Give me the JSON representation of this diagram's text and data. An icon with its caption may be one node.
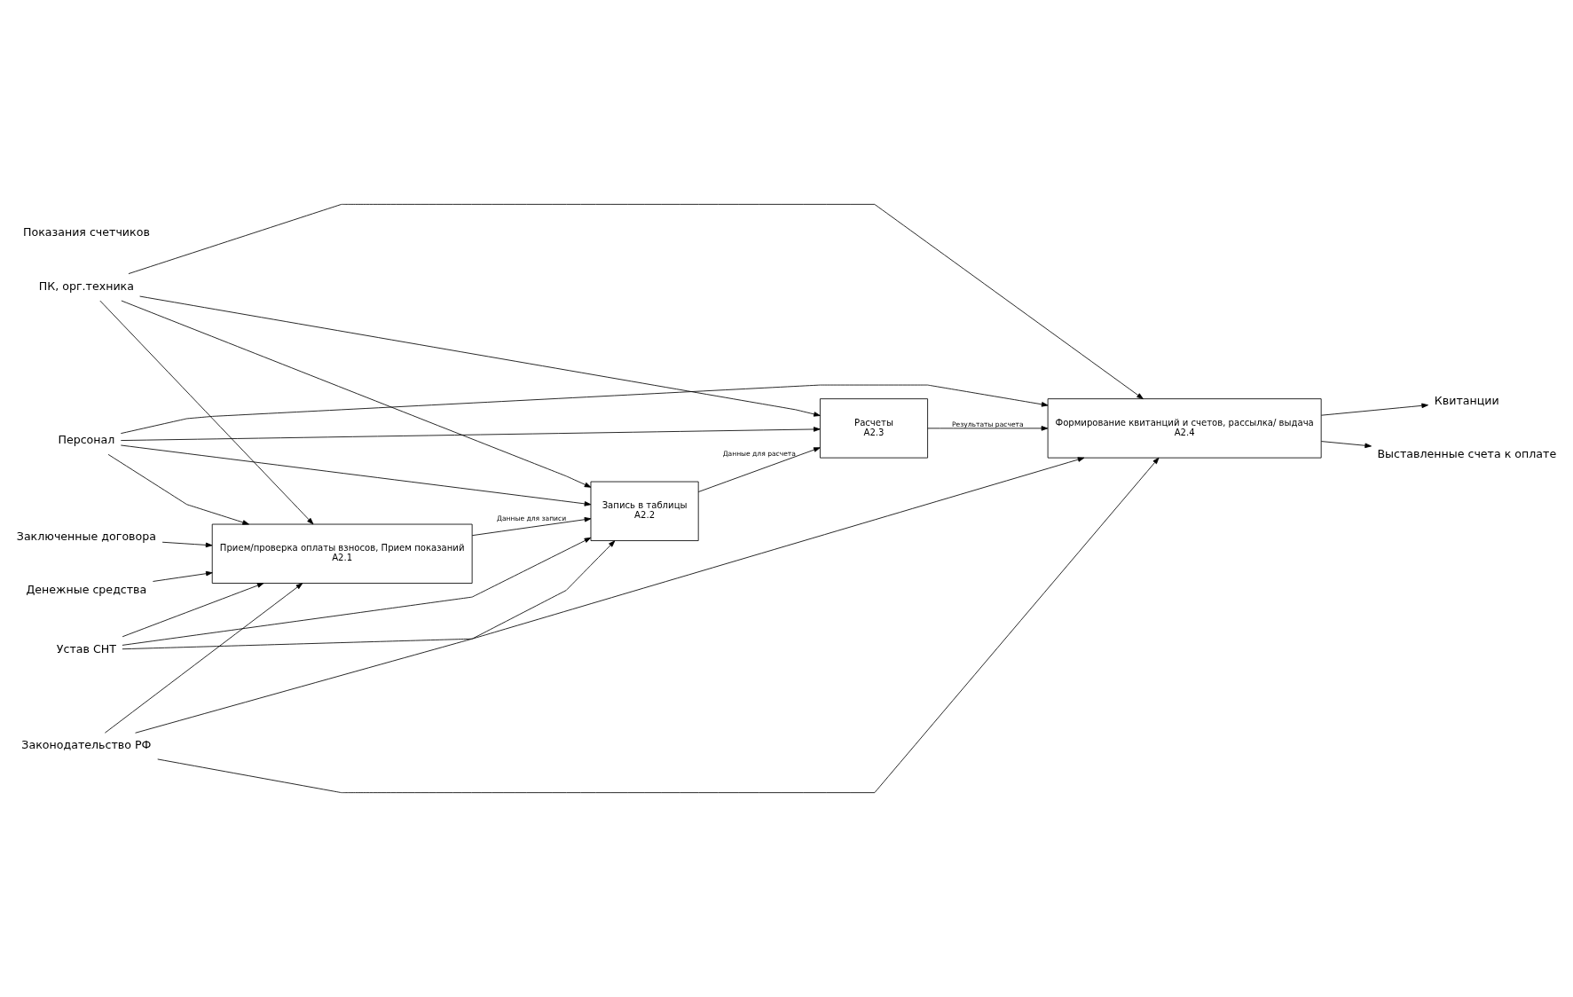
{
  "diagram": {
    "nodes": [
      {
        "text": [
          "Прием/проверка оплаты взносов, Прием показаний",
          "A2.1"
        ]
      },
      {
        "text": [
          "Запись в таблицы",
          "A2.2"
        ]
      },
      {
        "text": [
          "Расчеты",
          "A2.3"
        ]
      },
      {
        "text": [
          "Формирование квитанций и счетов, рассылка/ выдача",
          "A2.4"
        ]
      },
      {
        "text": [
          "Законодательство РФ"
        ]
      },
      {
        "text": [
          "Устав СНТ"
        ]
      },
      {
        "text": [
          "Денежные средства"
        ]
      },
      {
        "text": [
          "Заключенные договора"
        ]
      },
      {
        "text": [
          "Квитанции"
        ]
      },
      {
        "text": [
          "Выставленные счета к оплате"
        ]
      },
      {
        "text": [
          "Персонал"
        ]
      },
      {
        "text": [
          "ПК, орг.техника"
        ]
      }
    ],
    "edges": [
      {
        "from": 4,
        "to": 0,
        "arrow": "to"
      },
      {
        "from": 4,
        "to": 1,
        "arrow": "to"
      },
      {
        "from": 4,
        "to": 3,
        "arrow": "to"
      },
      {
        "from": 5,
        "to": 0,
        "arrow": "to"
      },
      {
        "from": 5,
        "to": 1,
        "arrow": "to"
      },
      {
        "from": 5,
        "to": 3,
        "arrow": "to"
      },
      {
        "from": 6,
        "to": 0,
        "arrow": "to"
      },
      {
        "from": 7,
        "to": 0,
        "arrow": "to"
      },
      {
        "from": 0,
        "to": 1,
        "arrow": "to",
        "label": "Данные для записи"
      },
      {
        "from": 1,
        "to": 2,
        "arrow": "to",
        "label": "Данные для расчета"
      },
      {
        "from": 2,
        "to": 3,
        "arrow": "to",
        "label": "Результаты расчета"
      },
      {
        "from": 3,
        "to": 8,
        "arrow": "to"
      },
      {
        "from": 3,
        "to": 9,
        "arrow": "to"
      },
      {
        "from": 10,
        "to": 0,
        "arrow": "to"
      },
      {
        "from": 10,
        "to": 1,
        "arrow": "to"
      },
      {
        "from": 10,
        "to": 2,
        "arrow": "to"
      },
      {
        "from": 10,
        "to": 3,
        "arrow": "to"
      },
      {
        "from": 11,
        "to": 0,
        "arrow": "to"
      },
      {
        "from": 11,
        "to": 1,
        "arrow": "to"
      },
      {
        "from": 11,
        "to": 2,
        "arrow": "to"
      },
      {
        "from": 11,
        "to": 3,
        "arrow": "to"
      }
    ],
    "labels": [
      "Показания счетчиков"
    ]
  }
}
